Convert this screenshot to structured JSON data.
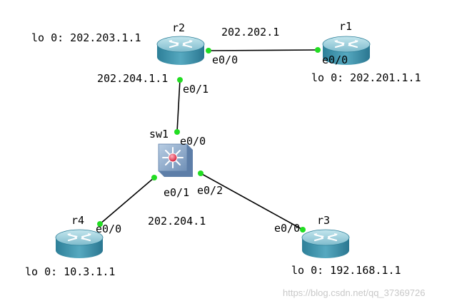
{
  "devices": {
    "r1": {
      "name": "r1",
      "loopback": "lo 0: 202.201.1.1"
    },
    "r2": {
      "name": "r2",
      "loopback": "lo 0: 202.203.1.1"
    },
    "r3": {
      "name": "r3",
      "loopback": "lo 0: 192.168.1.1"
    },
    "r4": {
      "name": "r4",
      "loopback": "lo 0: 10.3.1.1"
    },
    "sw1": {
      "name": "sw1"
    }
  },
  "links": {
    "r2_r1": {
      "network": "202.202.1",
      "r2_port": "e0/0",
      "r1_port": "e0/0"
    },
    "r2_sw1": {
      "address": "202.204.1.1",
      "r2_port": "e0/1",
      "sw1_port": "e0/0"
    },
    "sw1_r4": {
      "sw1_port": "e0/1",
      "r4_port": "e0/0"
    },
    "sw1_r3": {
      "sw1_port": "e0/2",
      "r3_port": "e0/0"
    },
    "lan_network": "202.204.1"
  },
  "watermark": "https://blog.csdn.net/qq_37369726",
  "colors": {
    "link": "#000000",
    "port_dot": "#22dd22",
    "router_body": "#3a8fa8",
    "router_top": "#9fd0de",
    "switch_body": "#7f9fc3",
    "switch_center": "#e0405a"
  }
}
